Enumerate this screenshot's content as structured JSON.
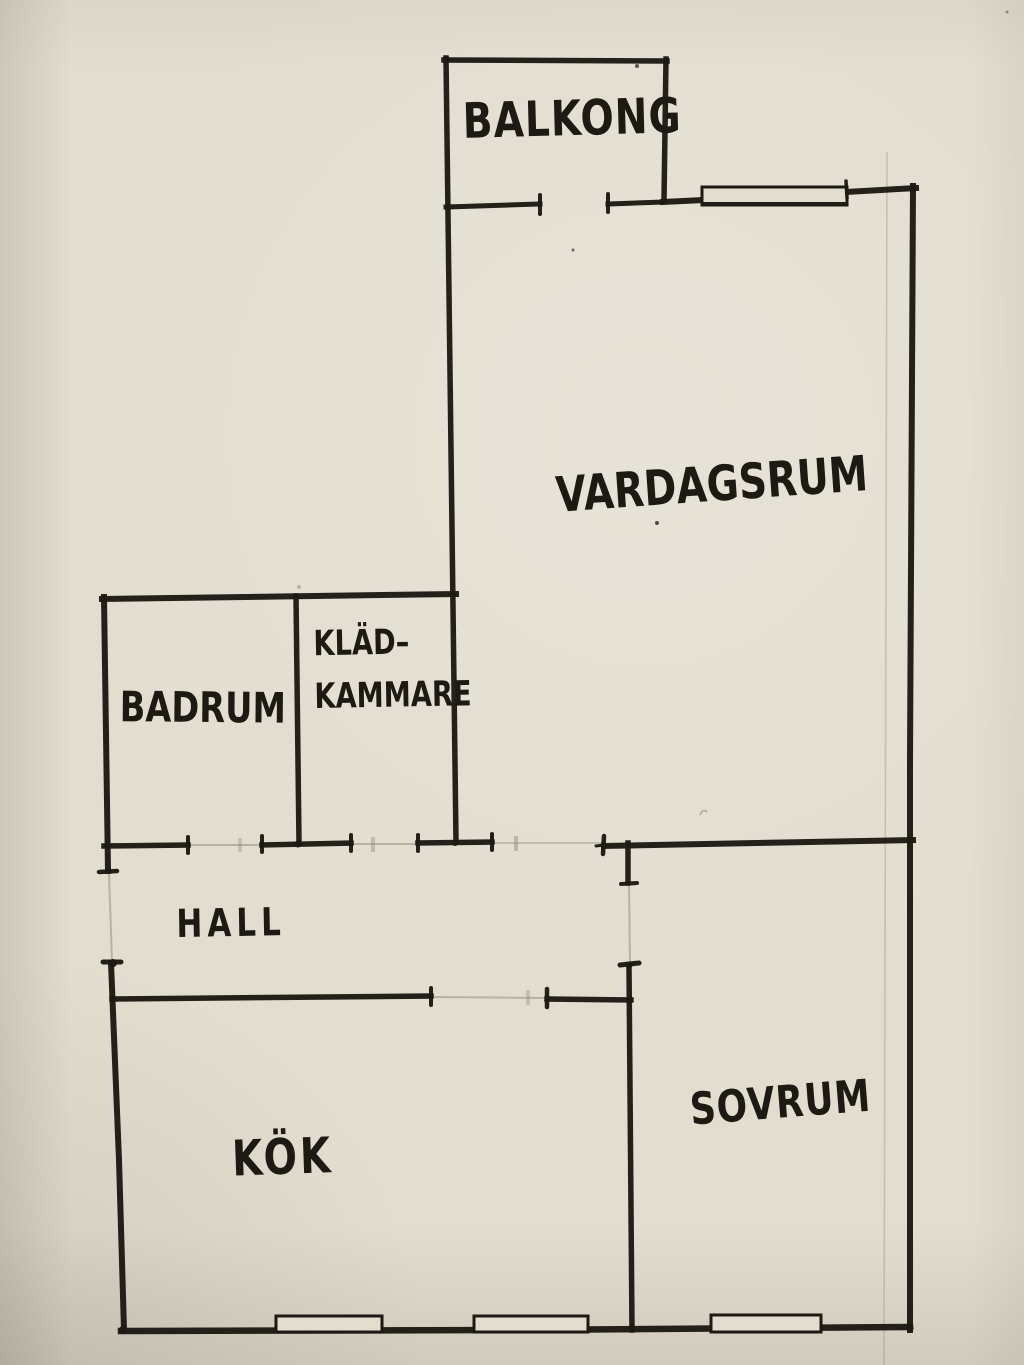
{
  "colors": {
    "paper": "#e3ddd0",
    "ink": "#1d1a14",
    "pencil": "#8f8775"
  },
  "rooms": {
    "balkong": {
      "label": "BALKONG"
    },
    "vardagsrum": {
      "label": "VARDAGSRUM"
    },
    "badrum": {
      "label": "BADRUM"
    },
    "kladkammare": {
      "label_line1": "KLÄD–",
      "label_line2": "KAMMARE"
    },
    "hall": {
      "label": "HALL"
    },
    "kok": {
      "label": "KÖK"
    },
    "sovrum": {
      "label": "SOVRUM"
    }
  }
}
